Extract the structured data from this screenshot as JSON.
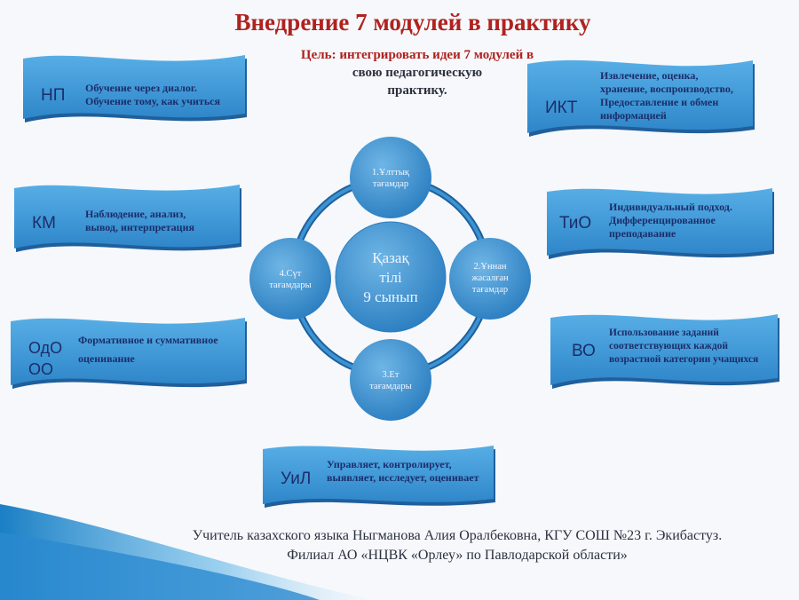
{
  "title": "Внедрение 7 модулей  в практику",
  "goal": {
    "line1": "Цель: интегрировать идеи 7 модулей в",
    "line2": "свою педагогическую",
    "line3": "практику."
  },
  "modules": [
    {
      "abbr": "НП",
      "lines": [
        "Обучение через диалог.",
        "Обучение тому, как учиться"
      ]
    },
    {
      "abbr": "КМ",
      "lines": [
        "Наблюдение, анализ,",
        "вывод, интерпретация"
      ]
    },
    {
      "abbr_lines": [
        "ОдО",
        "ОО"
      ],
      "lines": [
        "Формативное и суммативное",
        "оценивание"
      ]
    },
    {
      "abbr": "ИКТ",
      "lines": [
        "Извлечение, оценка,",
        "хранение, воспроизводство,",
        "Предоставление и обмен",
        "информацией"
      ]
    },
    {
      "abbr": "ТиО",
      "lines": [
        "Индивидуальный подход.",
        "Дифференцированное",
        "преподавание"
      ]
    },
    {
      "abbr": "ВО",
      "lines": [
        "Использование заданий",
        "соответствующих каждой",
        "возрастной категории учащихся"
      ]
    },
    {
      "abbr": "УиЛ",
      "lines": [
        "Управляет, контролирует,",
        "выявляет, исследует, оценивает"
      ]
    }
  ],
  "cycle": {
    "center": [
      "Қазақ",
      "тілі",
      "9 сынып"
    ],
    "nodes": [
      [
        "1.Ұлттық",
        "тағамдар"
      ],
      [
        "2.Ұннан",
        "жасалған",
        "тағамдар"
      ],
      [
        "3.Ет",
        "тағамдары"
      ],
      [
        "4.Сүт",
        "тағамдары"
      ]
    ]
  },
  "footer": {
    "line1": "Учитель казахского языка Ныгманова Алия Оралбековна, КГУ СОШ №23 г. Экибастуз.",
    "line2": "Филиал АО «НЦВК «Орлеу» по Павлодарской области»"
  },
  "colors": {
    "banner_fill": "#3f9ad8",
    "banner_edge": "#1f5f9c",
    "circle_fill": "#3b93d3",
    "ring": "#1e5f9c",
    "title": "#b0221f"
  }
}
